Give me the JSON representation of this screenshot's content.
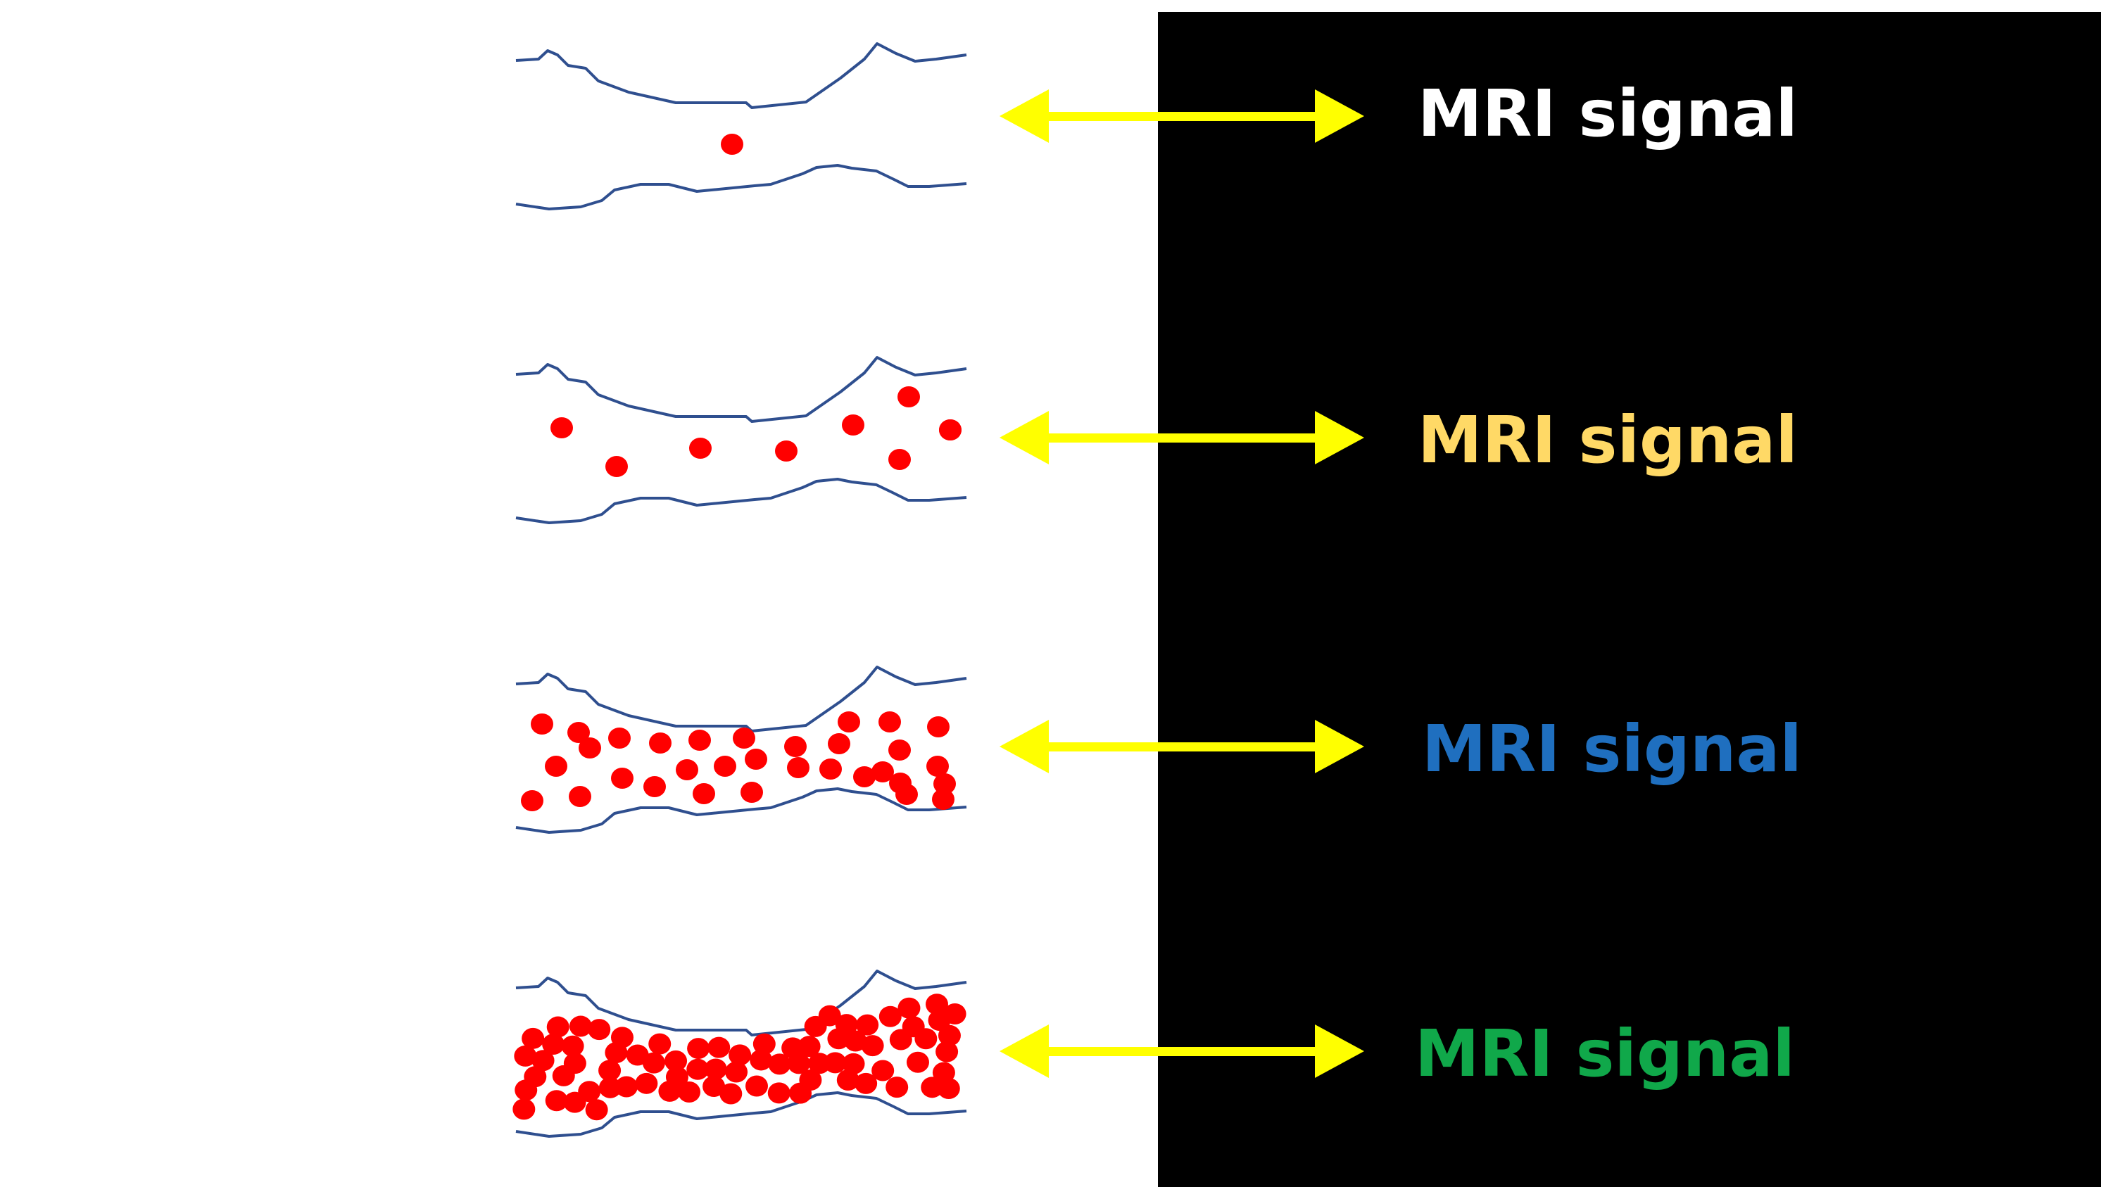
{
  "colors": {
    "background": "#ffffff",
    "panel": "#000000",
    "vessel_outline": "#2f4f8f",
    "particle": "#ff0000",
    "arrow": "#ffff00"
  },
  "rows": [
    {
      "label": "MRI signal",
      "label_color": "#ffffff",
      "particle_count": 1
    },
    {
      "label": "MRI signal",
      "label_color": "#ffd966",
      "particle_count": 9
    },
    {
      "label": "MRI signal",
      "label_color": "#1f6fbf",
      "particle_count": 32
    },
    {
      "label": "MRI signal",
      "label_color": "#10a84a",
      "particle_count": 76
    }
  ]
}
